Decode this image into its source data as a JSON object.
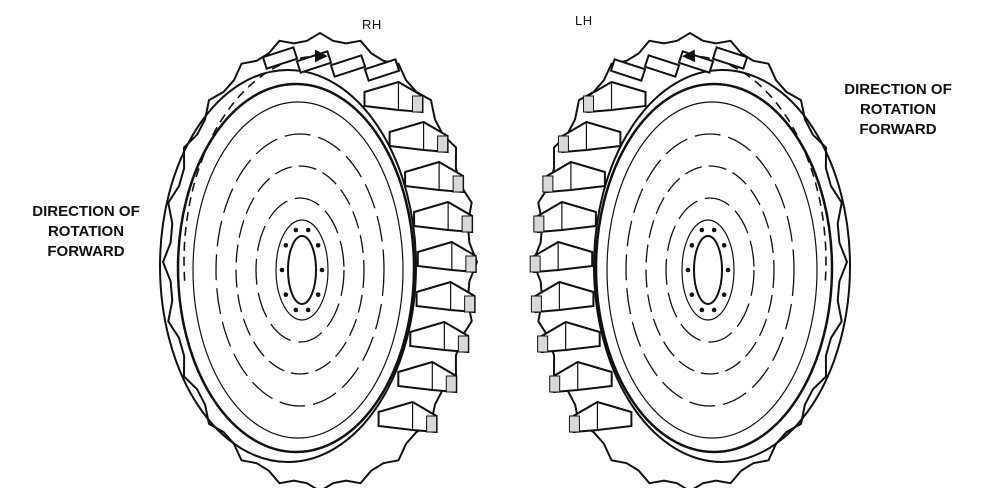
{
  "labels": {
    "rh": "RH",
    "lh": "LH"
  },
  "direction_left": [
    "DIRECTION OF",
    "ROTATION",
    "FORWARD"
  ],
  "direction_right": [
    "DIRECTION OF",
    "ROTATION",
    "FORWARD"
  ],
  "colors": {
    "ink": "#111111",
    "tyre_fill": "#ffffff",
    "lug_shade": "#d8d8d8"
  },
  "wheels": [
    {
      "side": "rh",
      "tread_orientation": "lugs on right",
      "rotation_arrow": "clockwise, top"
    },
    {
      "side": "lh",
      "tread_orientation": "lugs on left",
      "rotation_arrow": "counter-clockwise, top"
    }
  ]
}
